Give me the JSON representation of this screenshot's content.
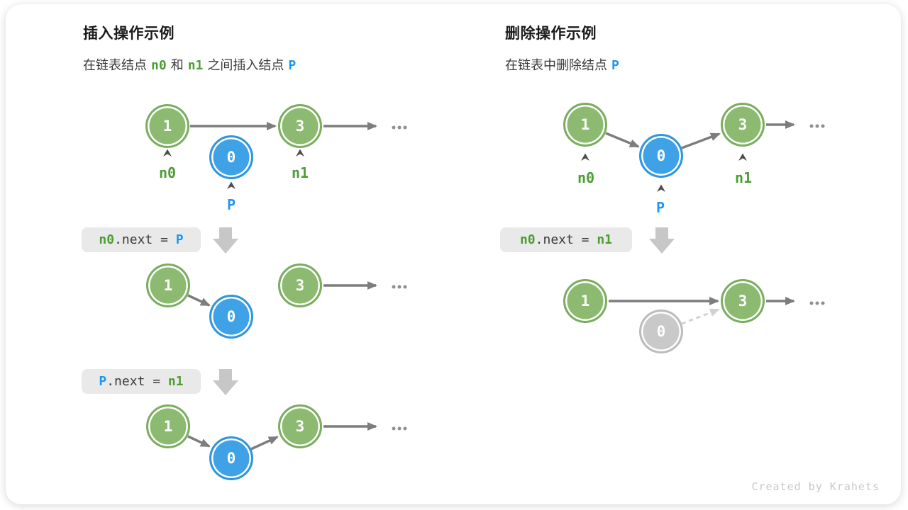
{
  "insert_panel": {
    "title": "插入操作示例",
    "subtitle": {
      "prefix": "在链表结点",
      "n0": "n0",
      "conj": "和",
      "n1": "n1",
      "suffix": "之间插入结点",
      "p": "P"
    },
    "step1": {
      "node_n0": "1",
      "node_p": "0",
      "node_n1": "3",
      "label_n0": "n0",
      "label_n1": "n1",
      "label_p": "P"
    },
    "code1": {
      "lhs": "n0",
      "op": ".next = ",
      "rhs": "P"
    },
    "step2": {
      "node_n0": "1",
      "node_p": "0",
      "node_n1": "3"
    },
    "code2": {
      "lhs": "P",
      "op": ".next = ",
      "rhs": "n1"
    },
    "step3": {
      "node_n0": "1",
      "node_p": "0",
      "node_n1": "3"
    }
  },
  "delete_panel": {
    "title": "删除操作示例",
    "subtitle": {
      "prefix": "在链表中删除结点",
      "p": "P"
    },
    "step1": {
      "node_n0": "1",
      "node_p": "0",
      "node_n1": "3",
      "label_n0": "n0",
      "label_n1": "n1",
      "label_p": "P"
    },
    "code1": {
      "lhs": "n0",
      "op": ".next = ",
      "rhs": "n1"
    },
    "step2": {
      "node_n0": "1",
      "node_p": "0",
      "node_n1": "3"
    }
  },
  "footer": {
    "credit": "Created by Krahets"
  },
  "icons": {
    "ellipsis": "···",
    "pointer_caret": "∧",
    "down_block_arrow": "⬇"
  },
  "colors": {
    "node_green": "#8BBA70",
    "node_green_border": "#7BAE60",
    "node_blue": "#3FA1E6",
    "node_blue_border": "#2F97DD",
    "node_gray": "#C9C9C9",
    "arrow_gray": "#7D7D7D",
    "arrow_light_gray": "#D2D2D2",
    "code_box_bg": "#E9E9E9",
    "token_green": "#4D9D35",
    "token_blue": "#1E96F0",
    "down_arrow_gray": "#C7C7C7"
  }
}
